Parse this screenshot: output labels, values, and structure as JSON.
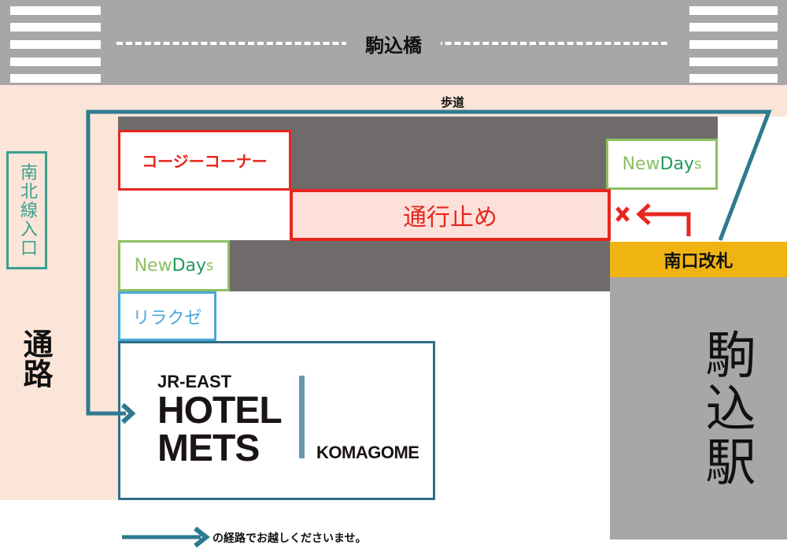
{
  "road": {
    "label": "駒込橋"
  },
  "sidewalk": {
    "label": "歩道"
  },
  "left_passage": {
    "label": "通路",
    "subway_entrance": "南北線入口"
  },
  "shops": {
    "cozy_corner": "コージーコーナー",
    "newdays_top": {
      "part1": "New",
      "part2": "Day",
      "part3": "s"
    },
    "newdays_left": {
      "part1": "New",
      "part2": "Day",
      "part3": "s"
    },
    "relaxe": "リラクゼ"
  },
  "closed": {
    "label": "通行止め"
  },
  "gate": {
    "label": "南口改札"
  },
  "station": {
    "label": "駒込駅"
  },
  "hotel": {
    "line1": "JR-EAST",
    "line2": "HOTEL",
    "line3": "METS",
    "location": "KOMAGOME"
  },
  "legend": {
    "text": "の経路でお越しくださいませ。"
  },
  "colors": {
    "route": "#2e7a90",
    "closed": "#e8261e",
    "gate": "#f0b412",
    "newdays": "#8cc063"
  }
}
